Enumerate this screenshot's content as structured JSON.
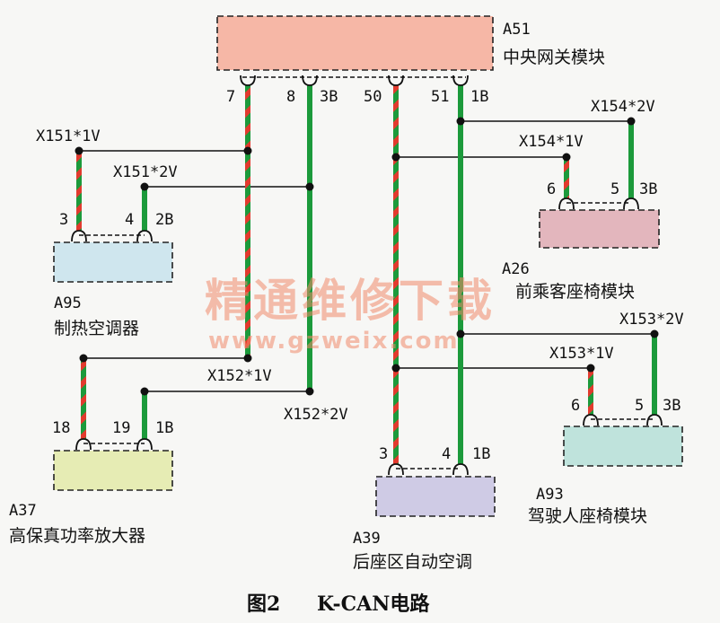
{
  "colors": {
    "wire_green": "#1c9a3b",
    "wire_red": "#e23a2e",
    "a51_fill": "#f6b7a6",
    "a26_fill": "#e3b6bd",
    "a95_fill": "#cfe6ee",
    "a37_fill": "#e6ecb4",
    "a39_fill": "#cfcbe5",
    "a93_fill": "#bfe3dc",
    "watermark": "#f08a6a"
  },
  "modules": {
    "a51": {
      "id": "A51",
      "name": "中央网关模块"
    },
    "a26": {
      "id": "A26",
      "name": "前乘客座椅模块"
    },
    "a95": {
      "id": "A95",
      "name": "制热空调器"
    },
    "a37": {
      "id": "A37",
      "name": "高保真功率放大器"
    },
    "a39": {
      "id": "A39",
      "name": "后座区自动空调"
    },
    "a93": {
      "id": "A93",
      "name": "驾驶人座椅模块"
    }
  },
  "pins": {
    "a51_7": "7",
    "a51_8": "8",
    "a51_3b": "3B",
    "a51_50": "50",
    "a51_51": "51",
    "a51_1b": "1B",
    "a95_3": "3",
    "a95_4": "4",
    "a95_2b": "2B",
    "a37_18": "18",
    "a37_19": "19",
    "a37_1b": "1B",
    "a39_3": "3",
    "a39_4": "4",
    "a39_1b": "1B",
    "a26_6": "6",
    "a26_5": "5",
    "a26_3b": "3B",
    "a93_6": "6",
    "a93_5": "5",
    "a93_3b": "3B"
  },
  "junctions": {
    "x151_1v": "X151*1V",
    "x151_2v": "X151*2V",
    "x152_1v": "X152*1V",
    "x152_2v": "X152*2V",
    "x154_1v": "X154*1V",
    "x154_2v": "X154*2V",
    "x153_1v": "X153*1V",
    "x153_2v": "X153*2V"
  },
  "caption": {
    "fig": "图2",
    "title": "K-CAN电路"
  },
  "watermark": {
    "cn": "精通维修下载",
    "url": "www.gzweix.com"
  }
}
